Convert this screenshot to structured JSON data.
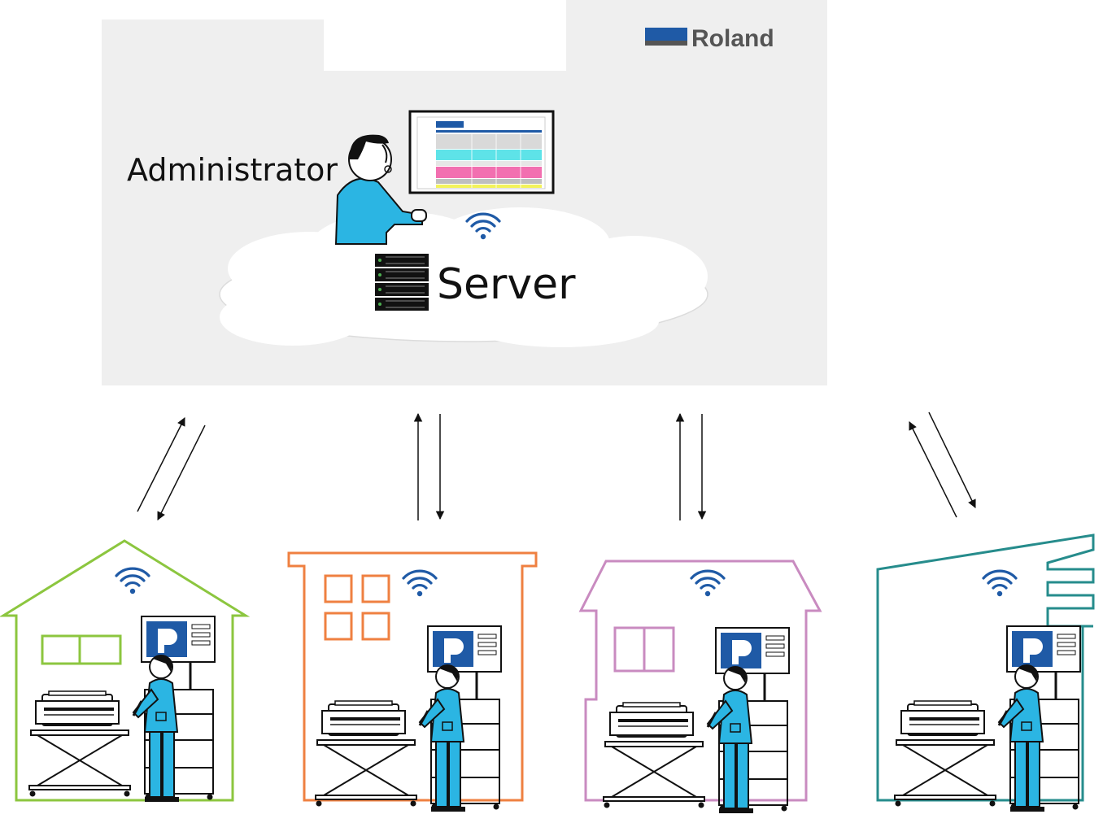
{
  "labels": {
    "administrator": "Administrator",
    "server": "Server",
    "brand": "Roland"
  },
  "colors": {
    "panel": "#efefef",
    "skin_blue": "#2bb5e3",
    "roland_blue": "#1f5aa6",
    "house_green": "#8cc63f",
    "house_orange": "#ef8041",
    "house_pink": "#c98bc0",
    "house_teal": "#268c8c"
  },
  "icons": [
    "roland-logo",
    "wifi-icon",
    "server-rack-icon",
    "monitor-icon",
    "printer-icon",
    "person-icon",
    "cloud-icon"
  ]
}
